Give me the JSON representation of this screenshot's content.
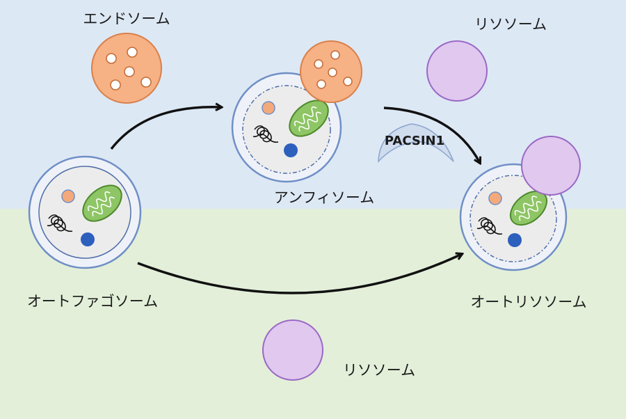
{
  "labels": {
    "endosome": "エンドソーム",
    "lysosome_top": "リソソーム",
    "amphisome": "アンフィソーム",
    "pacsin": "PACSIN1",
    "autophagosome": "オートファゴソーム",
    "autolysosome": "オートリソソーム",
    "lysosome_bottom": "リソソーム"
  },
  "colors": {
    "upper_background": "#dde8f5",
    "lower_background": "#e3efd9",
    "membrane": "#6f8fc6",
    "cytoplasm": "#ececec",
    "endosome_fill": "#f6b185",
    "endosome_stroke": "#d9804a",
    "lysosome_fill": "#e0c8ef",
    "lysosome_stroke": "#9a68c4",
    "mitochondrion_fill": "#8ec565",
    "mitochondrion_stroke": "#4d8a2c",
    "small_vesicle": "#f4a97b",
    "blue_granule": "#2d5fbd",
    "pacsin_fill": "#cfdcee",
    "arrow": "#111111"
  }
}
